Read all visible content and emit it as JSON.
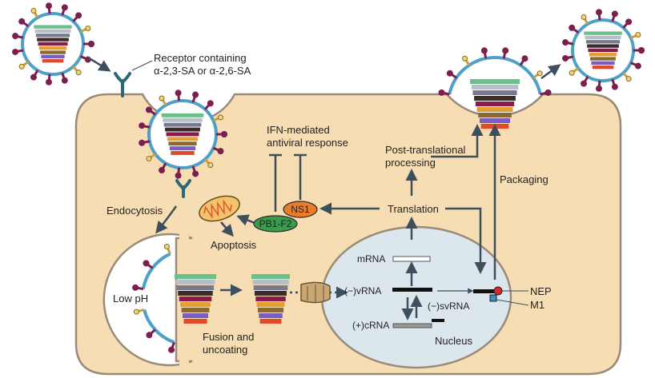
{
  "labels": {
    "receptor_line1": "Receptor containing",
    "receptor_line2": "α-2,3-SA or α-2,6-SA",
    "ifn_line1": "IFN-mediated",
    "ifn_line2": "antiviral response",
    "ptp_line1": "Post-translational",
    "ptp_line2": "processing",
    "packaging": "Packaging",
    "endocytosis": "Endocytosis",
    "translation": "Translation",
    "apoptosis": "Apoptosis",
    "low_ph": "Low pH",
    "fusion_line1": "Fusion and",
    "fusion_line2": "uncoating",
    "mrna": "mRNA",
    "vrna": "(−)vRNA",
    "svrna": "(−)svRNA",
    "crna": "(+)cRNA",
    "nucleus": "Nucleus",
    "nep": "NEP",
    "m1": "M1",
    "ns1": "NS1",
    "pb1f2": "PB1-F2"
  },
  "colors": {
    "cell_fill": "#f6ddb4",
    "cell_stroke": "#9a8a78",
    "nucleus_fill": "#dbe7ed",
    "arrow": "#3d4e5c",
    "spike": "#7b1f4f",
    "envelope": "#4da0c8",
    "ns1_fill": "#ea7d2a",
    "pb1f2_fill": "#3a9a4e",
    "mito_fill": "#f4c26b",
    "mito_inner": "#e0582b",
    "nep_dot": "#d62b2b",
    "m1_square": "#3b8fc4",
    "rnp_layers": [
      "#6dbf8a",
      "#b6bfc9",
      "#7a7a8e",
      "#3b2b2b",
      "#8a1a4a",
      "#e3a030",
      "#8b6a2e",
      "#7b5bc4",
      "#e04a2a"
    ]
  }
}
